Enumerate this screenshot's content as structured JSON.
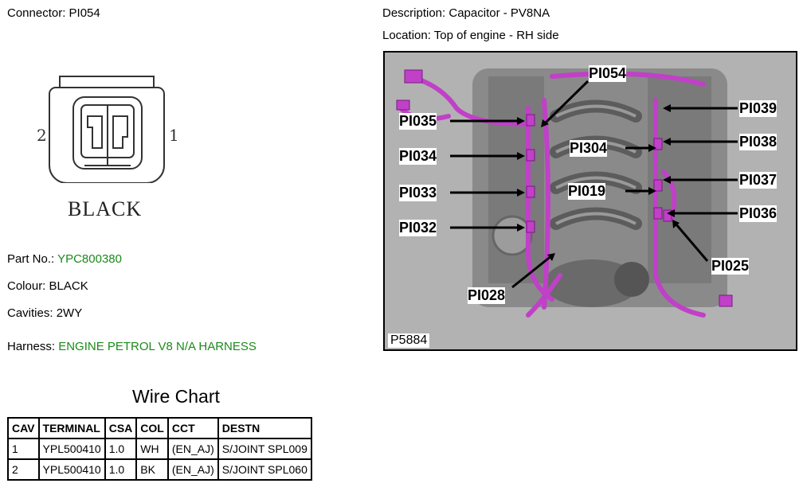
{
  "connector": {
    "label": "Connector:",
    "id": "PI054"
  },
  "description": {
    "label": "Description:",
    "value": "Capacitor - PV8NA"
  },
  "location": {
    "label": "Location:",
    "value": "Top of engine - RH side"
  },
  "diagram": {
    "pin_left": "2",
    "pin_right": "1",
    "colour_text": "BLACK"
  },
  "part_no": {
    "label": "Part No.:",
    "value": "YPC800380"
  },
  "colour": {
    "label": "Colour:",
    "value": "BLACK"
  },
  "cavities": {
    "label": "Cavities:",
    "value": "2WY"
  },
  "harness": {
    "label": "Harness:",
    "value": "ENGINE PETROL V8 N/A HARNESS"
  },
  "wire_chart": {
    "title": "Wire Chart",
    "headers": [
      "CAV",
      "TERMINAL",
      "CSA",
      "COL",
      "CCT",
      "DESTN"
    ],
    "rows": [
      [
        "1",
        "YPL500410",
        "1.0",
        "WH",
        "(EN_AJ)",
        "S/JOINT SPL009"
      ],
      [
        "2",
        "YPL500410",
        "1.0",
        "BK",
        "(EN_AJ)",
        "S/JOINT SPL060"
      ]
    ]
  },
  "photo": {
    "ref": "P5884",
    "callouts": [
      "PI054",
      "PI035",
      "PI034",
      "PI033",
      "PI032",
      "PI028",
      "PI039",
      "PI304",
      "PI038",
      "PI019",
      "PI037",
      "PI036",
      "PI025"
    ]
  },
  "colors": {
    "harness": "#c040c8",
    "link_green": "#1a8a1a"
  }
}
